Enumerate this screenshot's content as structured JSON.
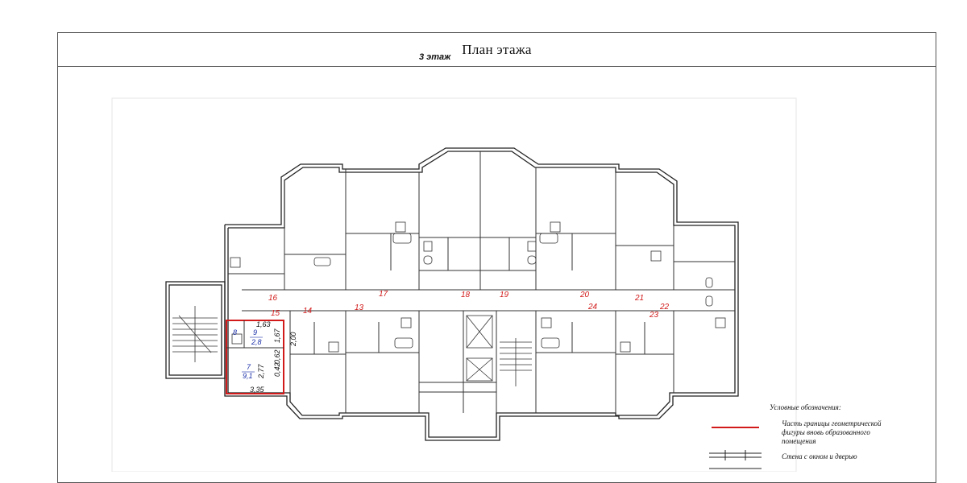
{
  "sheet": {
    "title": "План этажа"
  },
  "plan": {
    "floor_label": "3 этаж",
    "apartment_numbers": [
      "13",
      "14",
      "15",
      "16",
      "17",
      "18",
      "19",
      "20",
      "21",
      "22",
      "23",
      "24"
    ],
    "highlighted_room": {
      "rooms": [
        {
          "number": "7",
          "area": "9,1"
        },
        {
          "number": "8",
          "area": ""
        },
        {
          "number": "9",
          "area": "2,8"
        }
      ],
      "dimensions": [
        "1,63",
        "1,67",
        "2,00",
        "0,62",
        "2,77",
        "0,42",
        "3,35"
      ]
    }
  },
  "legend": {
    "title": "Условные обозначения:",
    "items": [
      {
        "symbol": "red-line",
        "text": "Часть границы геометрической фигуры вновь образованного помещения"
      },
      {
        "symbol": "wall-window-door",
        "text": "Стена с окном и дверью"
      }
    ]
  },
  "colors": {
    "boundary": "#d21a1a",
    "wall": "#222222",
    "room_label": "#1b2fa8"
  }
}
